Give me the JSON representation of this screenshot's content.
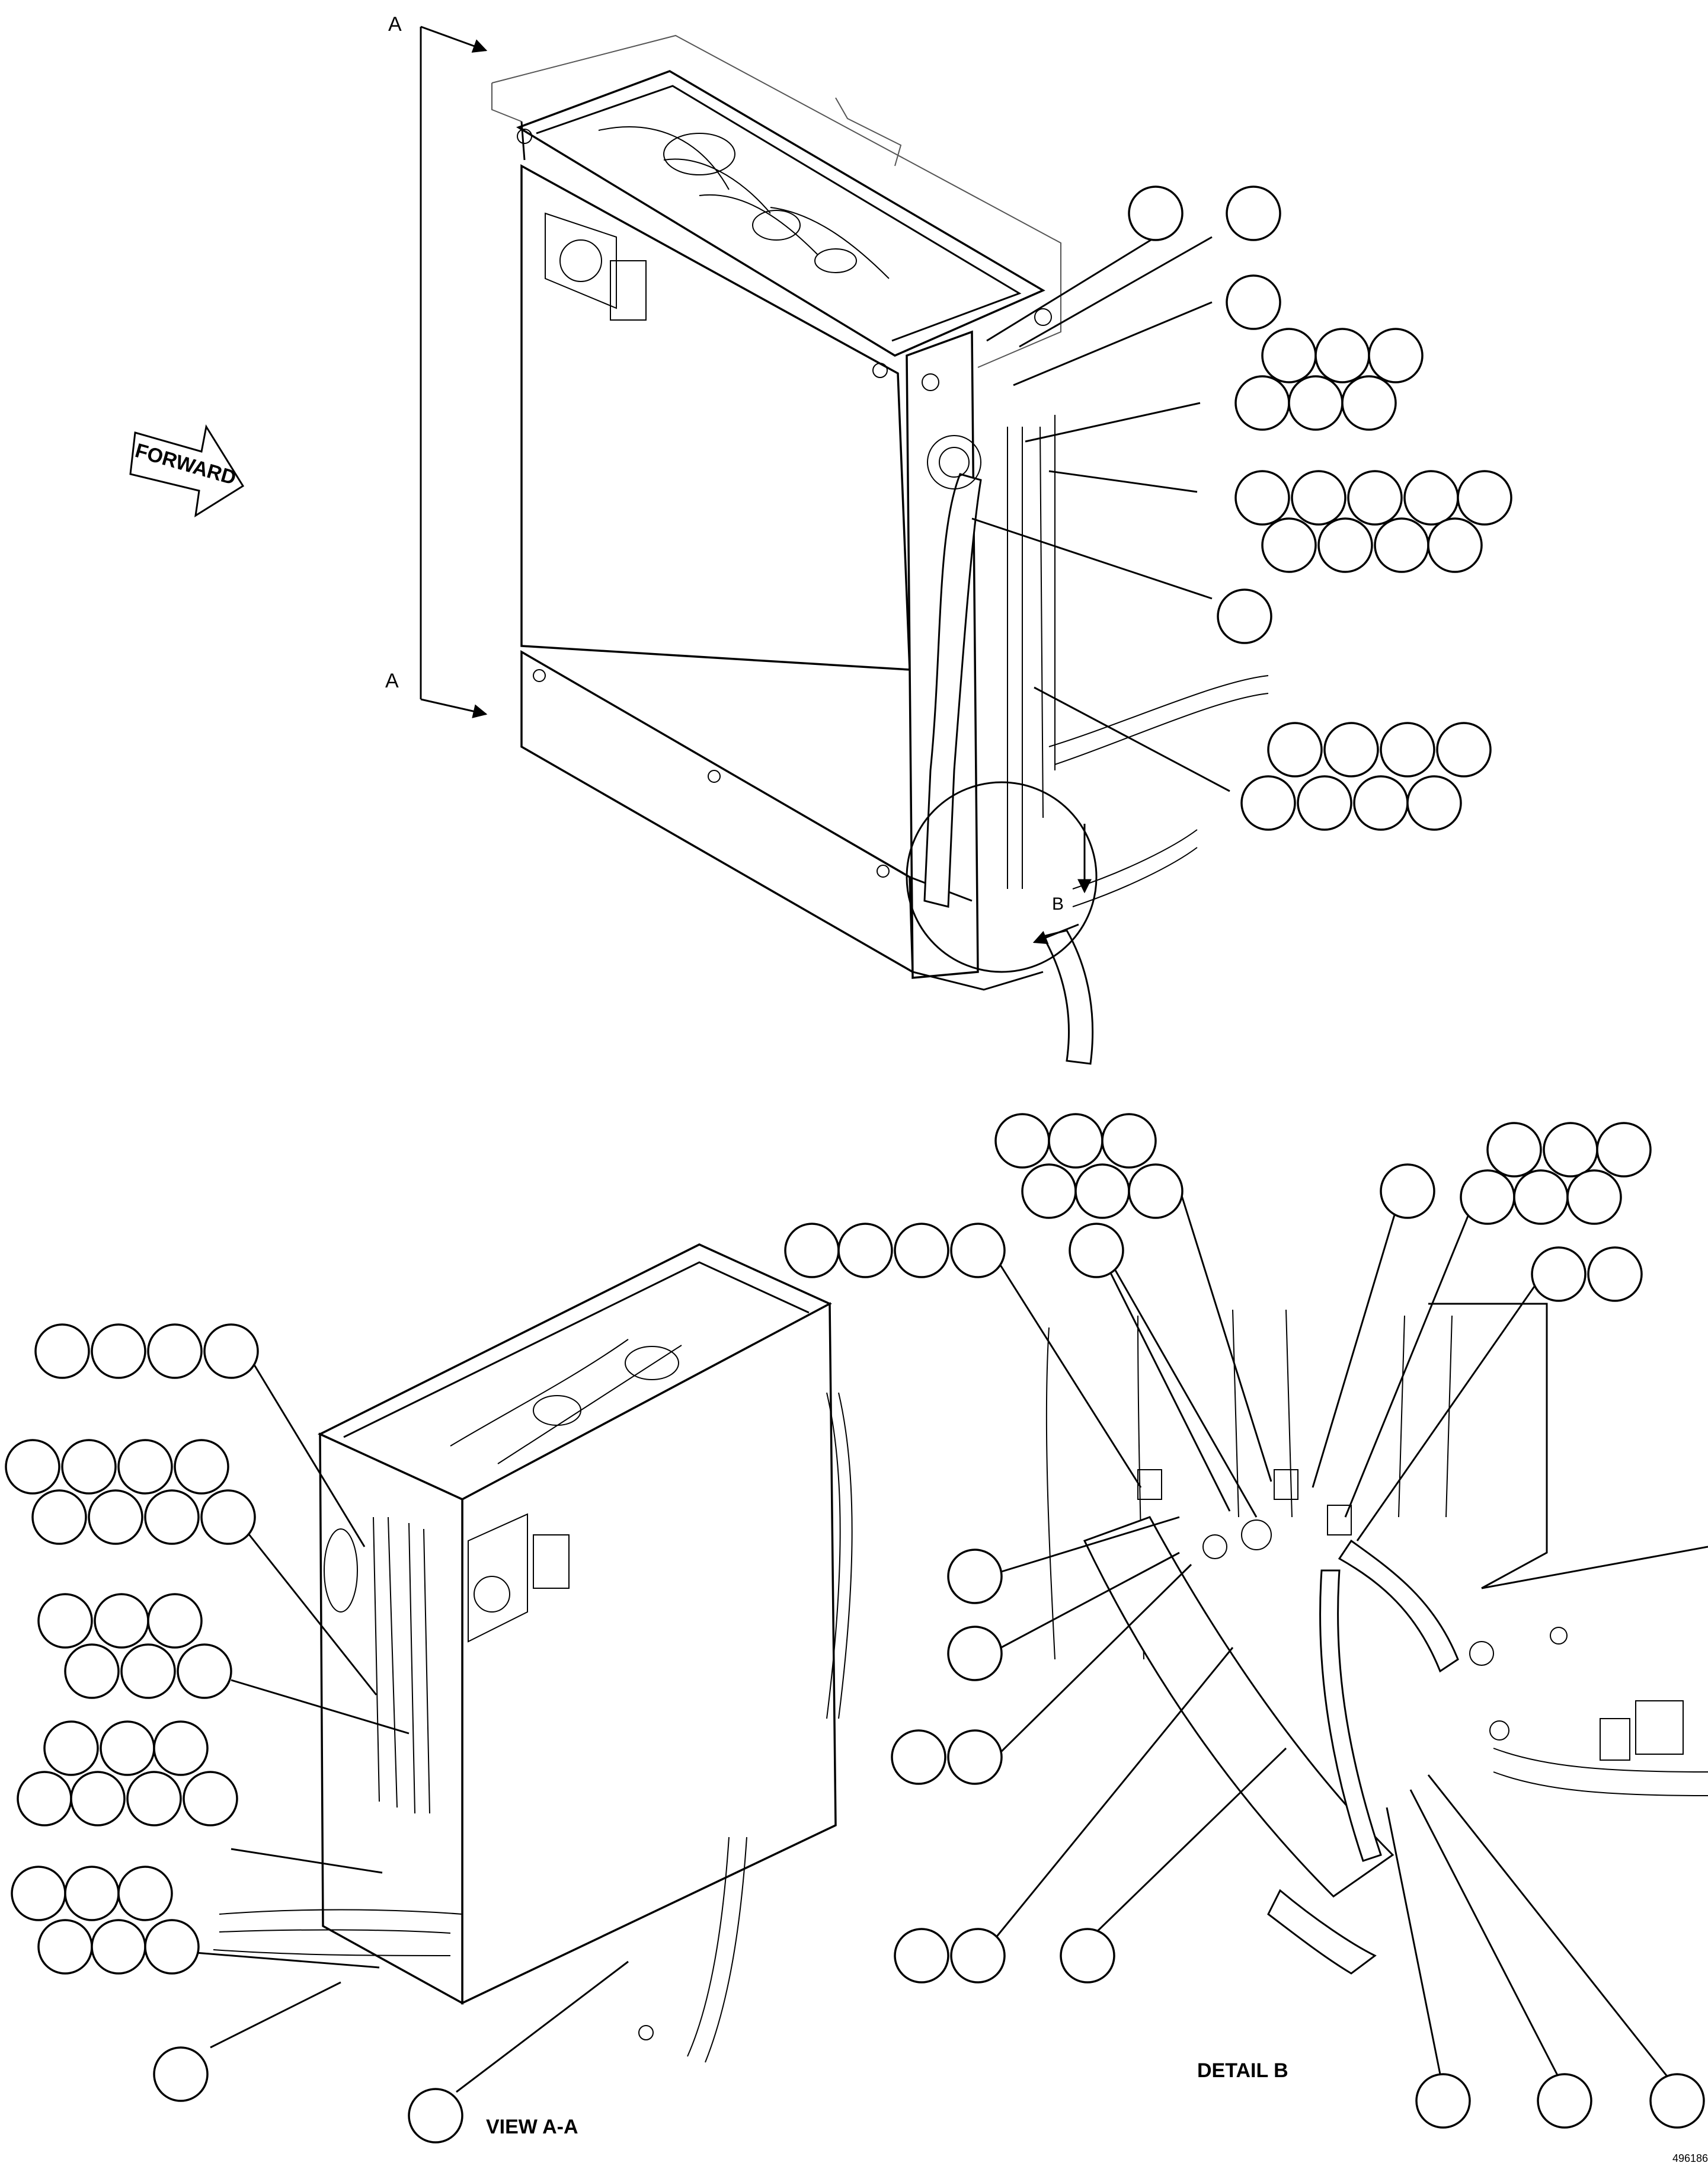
{
  "labels": {
    "section_a_top": "A",
    "section_a_bottom": "A",
    "forward": "FORWARD",
    "detail_b_marker": "B",
    "view_a_a": "VIEW A-A",
    "detail_b": "DETAIL B",
    "figure_id": "496186"
  }
}
